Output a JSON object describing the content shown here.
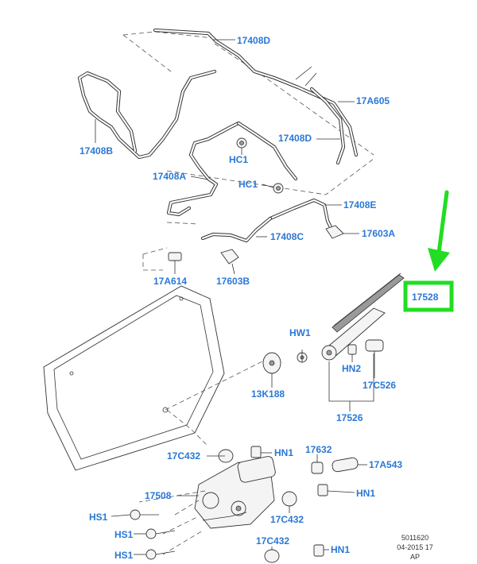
{
  "labels": {
    "l_17408D_top": "17408D",
    "l_17A605": "17A605",
    "l_17408B": "17408B",
    "l_HC1_a": "HC1",
    "l_17408D_mid": "17408D",
    "l_17408A": "17408A",
    "l_HC1_b": "HC1",
    "l_17408E": "17408E",
    "l_17603A": "17603A",
    "l_17408C": "17408C",
    "l_17A614": "17A614",
    "l_17603B": "17603B",
    "l_17528": "17528",
    "l_HW1": "HW1",
    "l_HN2": "HN2",
    "l_13K188": "13K188",
    "l_17C526": "17C526",
    "l_17526": "17526",
    "l_17C432_a": "17C432",
    "l_HN1_a": "HN1",
    "l_17632": "17632",
    "l_17A543": "17A543",
    "l_17508": "17508",
    "l_HN1_b": "HN1",
    "l_17C432_b": "17C432",
    "l_HS1_a": "HS1",
    "l_HS1_b": "HS1",
    "l_17C432_c": "17C432",
    "l_HN1_c": "HN1",
    "l_HS1_c": "HS1"
  },
  "footer": {
    "ref_number": "5011620",
    "ref_date": "04-2015 17",
    "ref_code": "AP"
  },
  "colors": {
    "label_blue": "#2a78d6",
    "highlight_green": "#22dd22",
    "line_grey": "#333333"
  }
}
